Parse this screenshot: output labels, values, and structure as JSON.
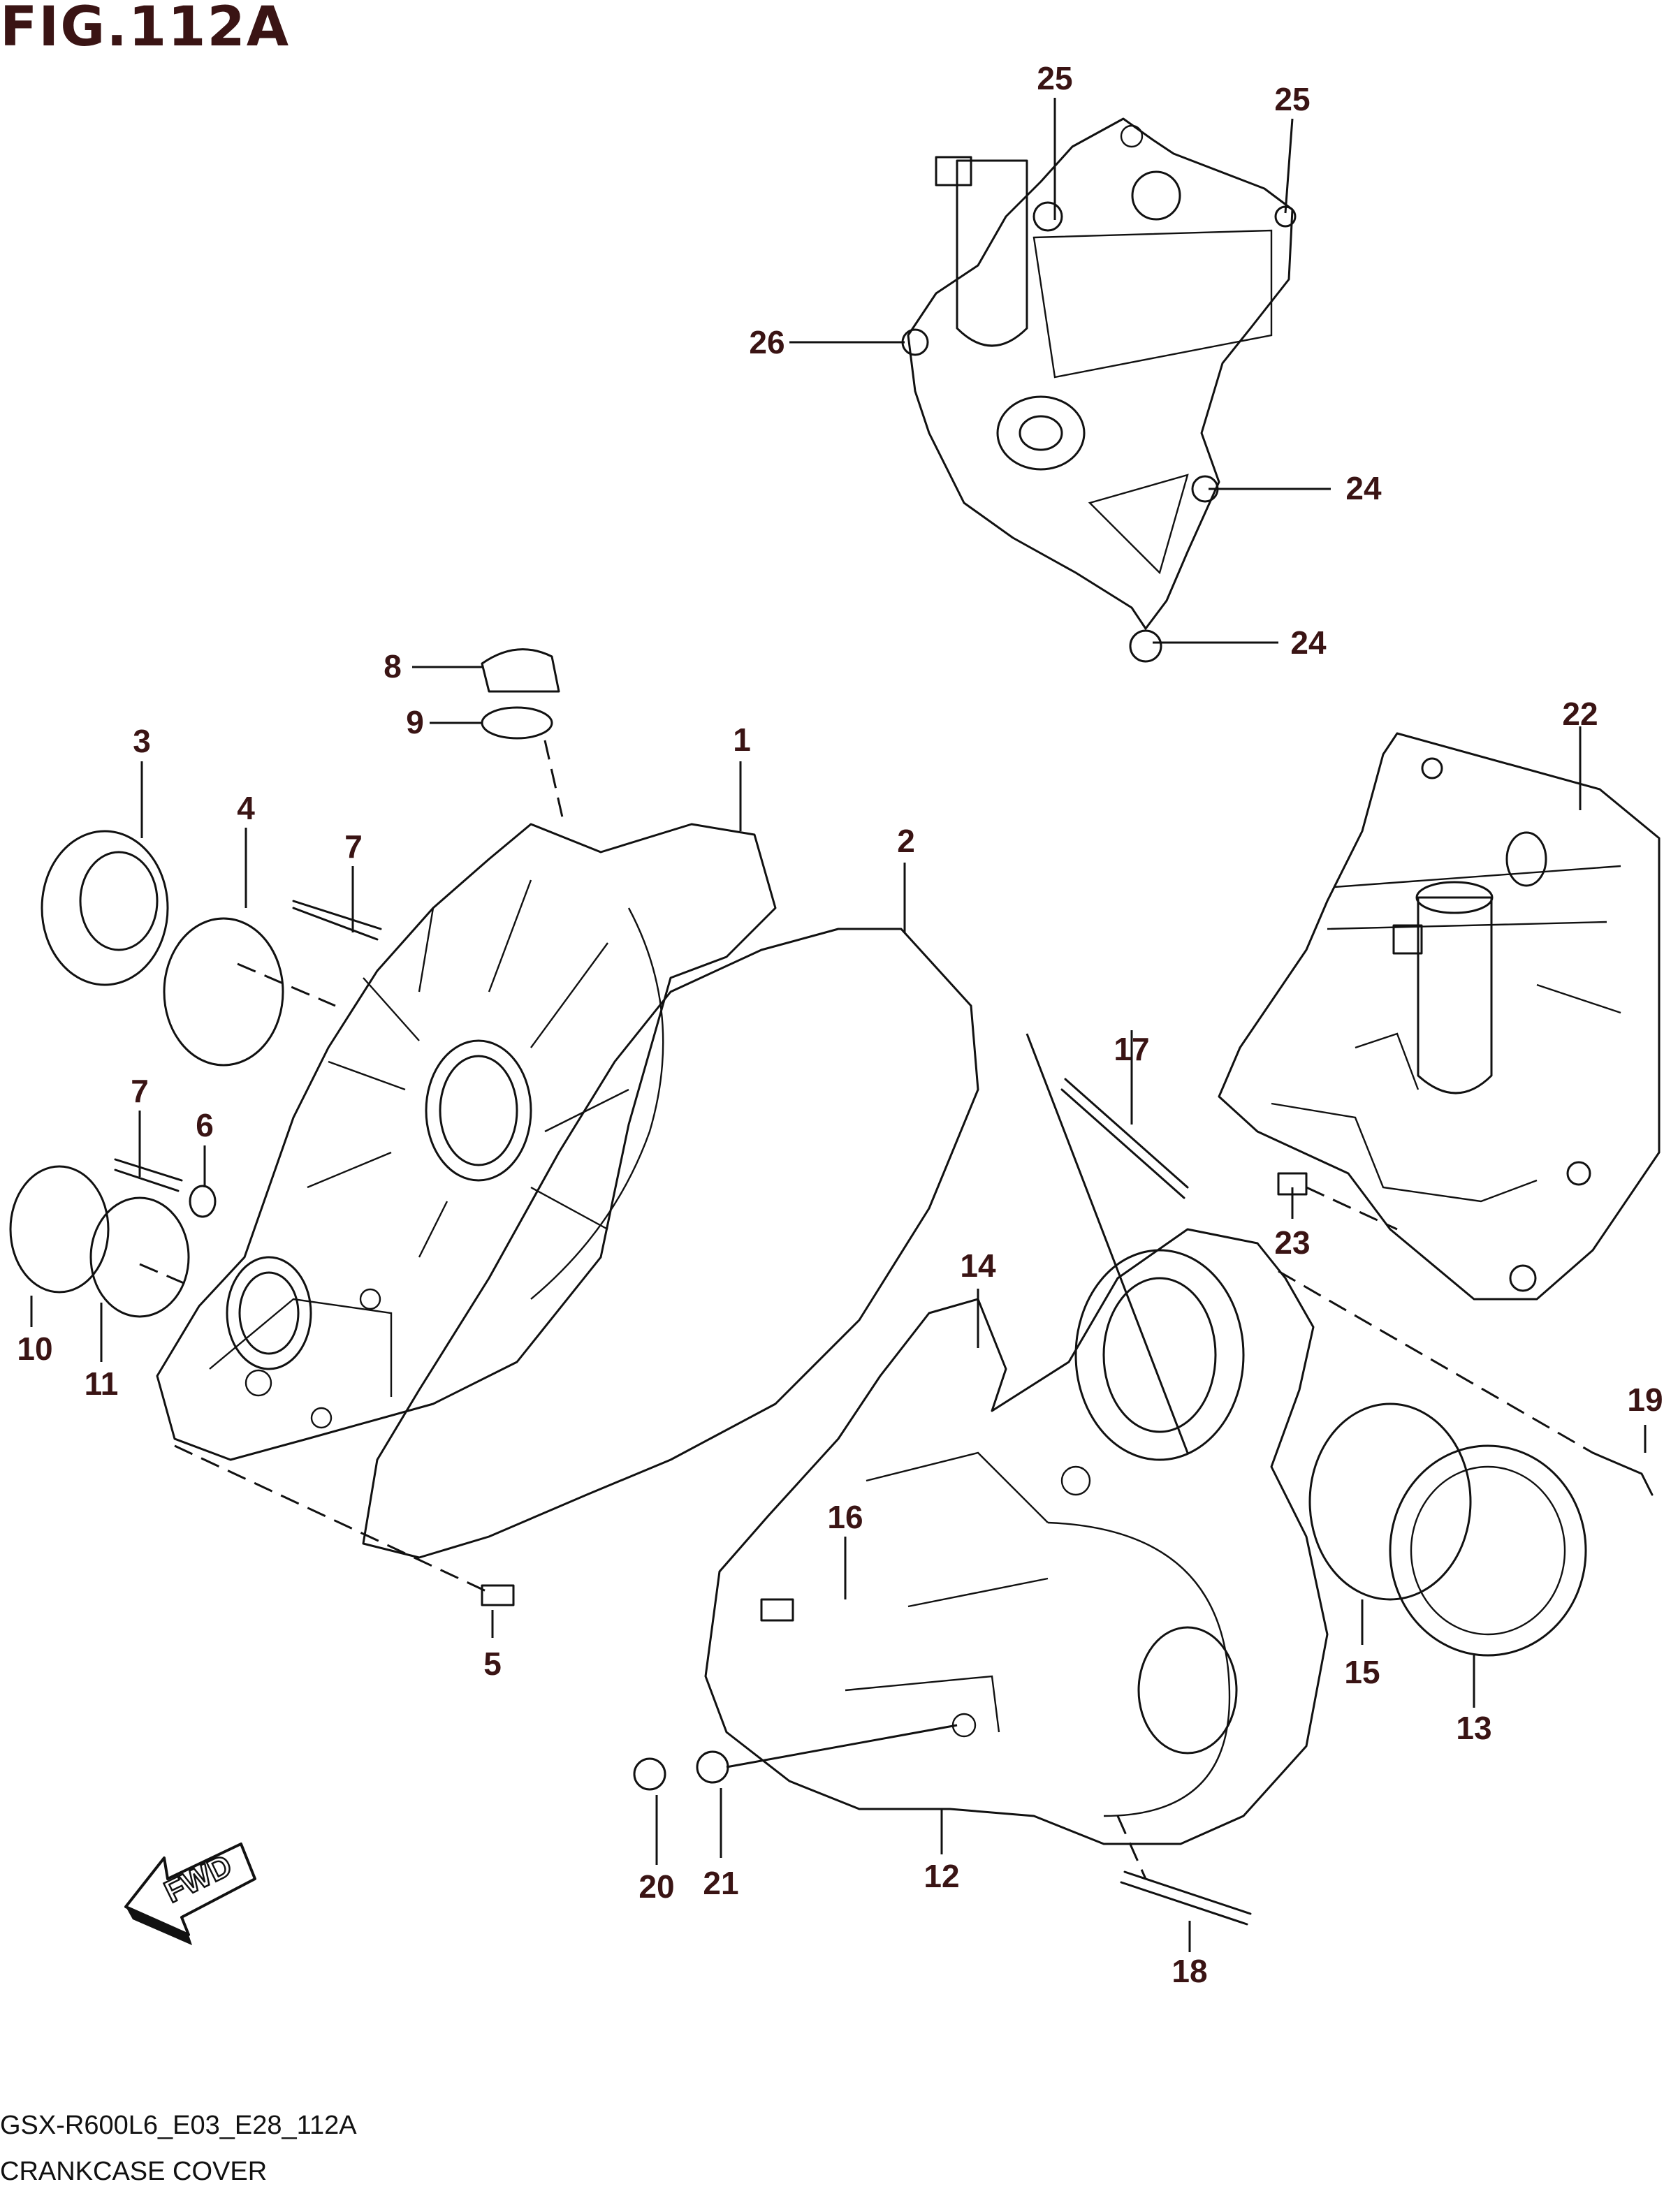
{
  "figure": {
    "title": "FIG.112A",
    "code": "GSX-R600L6_E03_E28_112A",
    "name": "CRANKCASE COVER",
    "direction_marker": "FWD"
  },
  "callouts": [
    "1",
    "2",
    "3",
    "4",
    "5",
    "6",
    "7",
    "7",
    "8",
    "9",
    "10",
    "11",
    "12",
    "13",
    "14",
    "15",
    "16",
    "17",
    "18",
    "19",
    "20",
    "21",
    "22",
    "23",
    "24",
    "24",
    "25",
    "25",
    "26"
  ],
  "colors": {
    "title": "#3a1414",
    "line": "#111111",
    "background": "#ffffff"
  }
}
